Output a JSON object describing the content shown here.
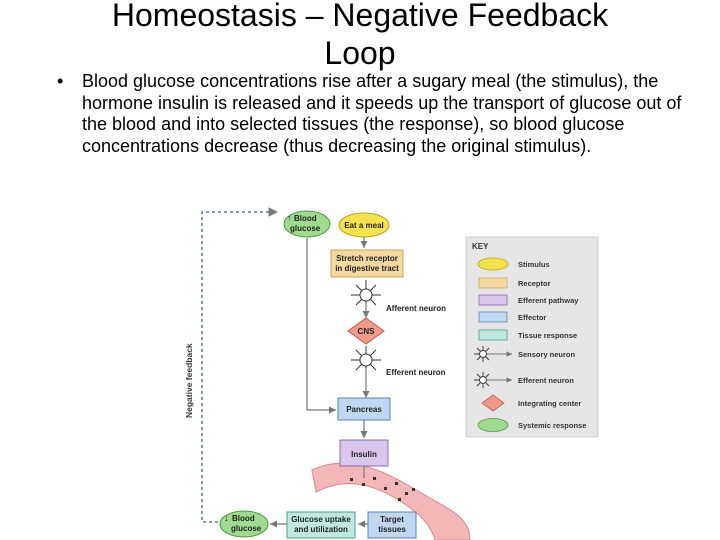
{
  "slide": {
    "title_line1": "Homeostasis – Negative Feedback",
    "title_line2": "Loop",
    "bullet_marker": "•",
    "bullet_text": "Blood glucose concentrations rise after a sugary meal (the stimulus), the hormone insulin is released and it speeds up the transport of glucose out of the blood and into selected tissues (the response), so blood glucose concentrations decrease (thus decreasing the original stimulus)."
  },
  "diagram": {
    "feedback_label": "Negative feedback",
    "blood_glucose_top_line1": "Blood",
    "blood_glucose_top_line2": "glucose",
    "eat_meal": "Eat a meal",
    "stretch_receptor_line1": "Stretch receptor",
    "stretch_receptor_line2": "in digestive tract",
    "afferent_neuron": "Afferent neuron",
    "cns": "CNS",
    "efferent_neuron": "Efferent neuron",
    "pancreas": "Pancreas",
    "insulin": "Insulin",
    "blood_glucose_bottom_line1": "Blood",
    "blood_glucose_bottom_line2": "glucose",
    "glucose_uptake_line1": "Glucose uptake",
    "glucose_uptake_line2": "and utilization",
    "target_tissues_line1": "Target",
    "target_tissues_line2": "tissues",
    "arrow_up_icon": "up-arrow-icon",
    "arrow_down_icon": "down-arrow-icon"
  },
  "key": {
    "heading": "KEY",
    "items": [
      {
        "label": "Stimulus",
        "icon": "stimulus-oval",
        "color": "#f6e34a"
      },
      {
        "label": "Receptor",
        "icon": "receptor-box",
        "color": "#f4d8a0"
      },
      {
        "label": "Efferent pathway",
        "icon": "efferent-pathway-box",
        "color": "#d9c6ea"
      },
      {
        "label": "Effector",
        "icon": "effector-box",
        "color": "#bfd7f0"
      },
      {
        "label": "Tissue response",
        "icon": "tissue-response-box",
        "color": "#bfe8e0"
      },
      {
        "label": "Sensory neuron",
        "icon": "sensory-neuron-icon"
      },
      {
        "label": "Efferent neuron",
        "icon": "efferent-neuron-icon"
      },
      {
        "label": "Integrating center",
        "icon": "integrating-center-diamond",
        "color": "#f29a8a"
      },
      {
        "label": "Systemic response",
        "icon": "systemic-response-oval",
        "color": "#9fdb8e"
      }
    ]
  },
  "colors": {
    "stimulus": "#f6e34a",
    "receptor": "#f4d8a0",
    "efferent": "#d9c6ea",
    "effector": "#bfd7f0",
    "tissue": "#bfe8e0",
    "integrating": "#f29a8a",
    "systemic": "#9fdb8e",
    "vessel": "#f3b7b7"
  }
}
